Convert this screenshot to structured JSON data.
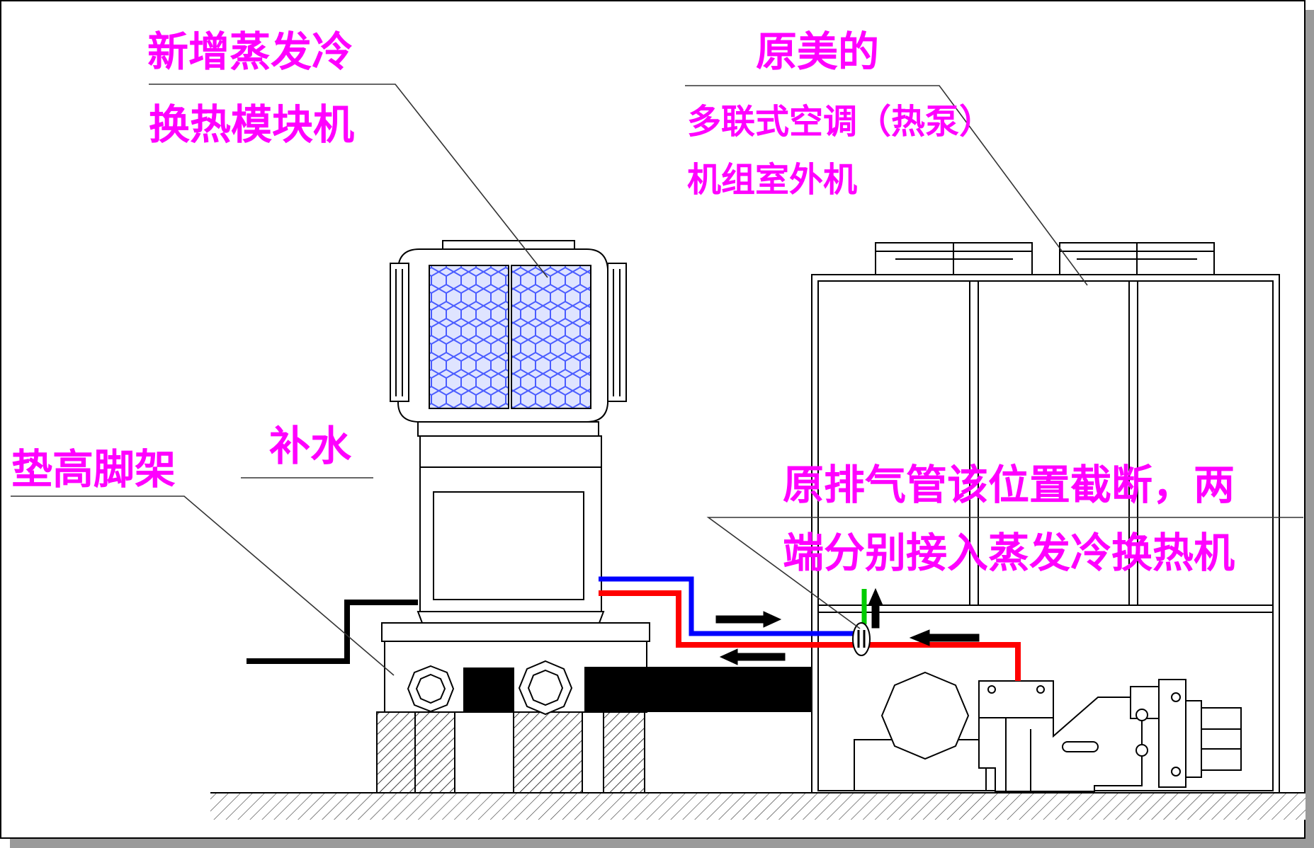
{
  "labels": {
    "evap_module_line1": "新增蒸发冷",
    "evap_module_line2": "换热模块机",
    "orig_line1": "原美的",
    "orig_line2": "多联式空调（热泵）",
    "orig_line3": "机组室外机",
    "makeup_water": "补水",
    "raised_frame": "垫高脚架",
    "cut_note_line1": "原排气管该位置截断，两",
    "cut_note_line2": "端分别接入蒸发冷换热机"
  },
  "colors": {
    "label": "#ff00ff",
    "supply_pipe": "#ff0000",
    "return_pipe": "#0000ff",
    "cut_mark": "#00cc00",
    "grille": "#4a5cff",
    "line": "#000000"
  }
}
